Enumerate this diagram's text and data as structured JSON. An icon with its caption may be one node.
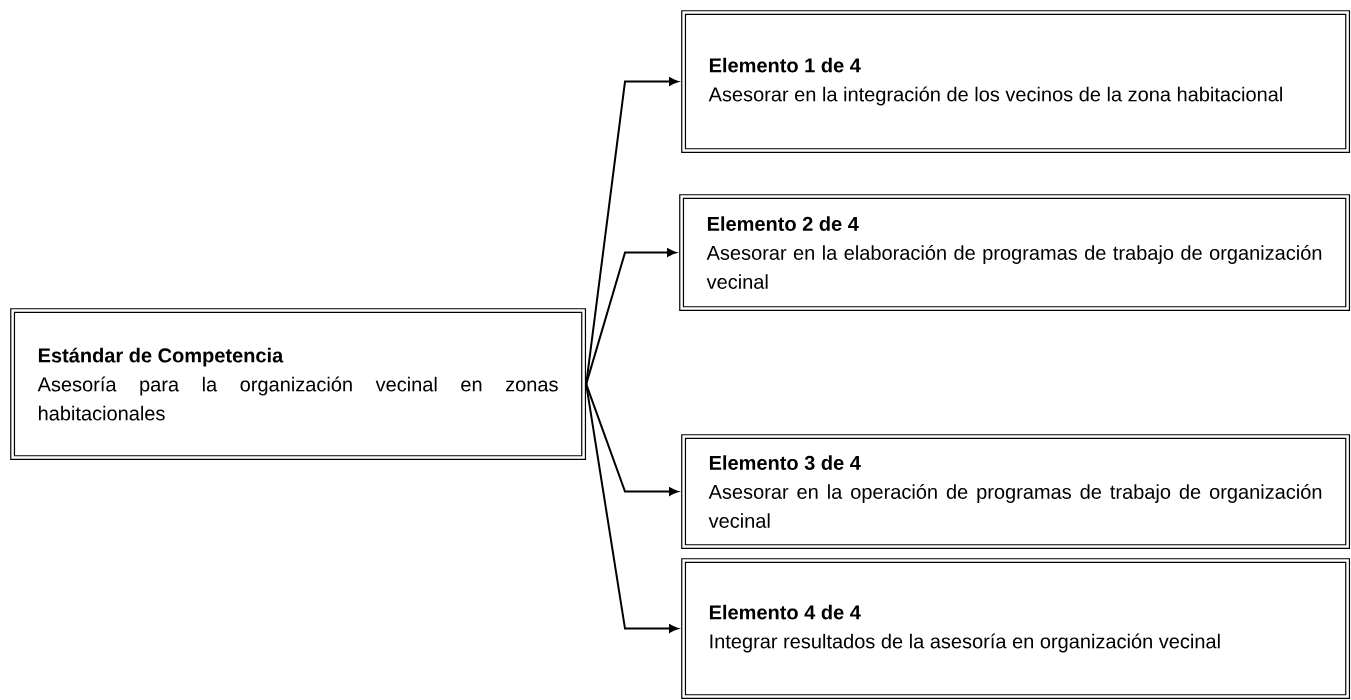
{
  "diagram": {
    "nodes": [
      {
        "text": [
          "Estándar de Competencia",
          "Asesoría para la organización vecinal en zonas habitacionales"
        ]
      },
      {
        "text": [
          "Elemento 1 de 4",
          "Asesorar en la integración de los vecinos de la zona habitacional"
        ]
      },
      {
        "text": [
          "Elemento 2 de 4",
          "Asesorar en la elaboración de programas de trabajo de organización vecinal"
        ]
      },
      {
        "text": [
          "Elemento 3 de 4",
          "Asesorar en la operación de programas de trabajo de organización vecinal"
        ]
      },
      {
        "text": [
          "Elemento 4 de 4",
          "Integrar resultados de la asesoría en organización vecinal"
        ]
      }
    ],
    "edges": [
      {
        "from": 0,
        "to": 1,
        "arrow": "to"
      },
      {
        "from": 0,
        "to": 2,
        "arrow": "to"
      },
      {
        "from": 0,
        "to": 3,
        "arrow": "to"
      },
      {
        "from": 0,
        "to": 4,
        "arrow": "to"
      }
    ]
  }
}
